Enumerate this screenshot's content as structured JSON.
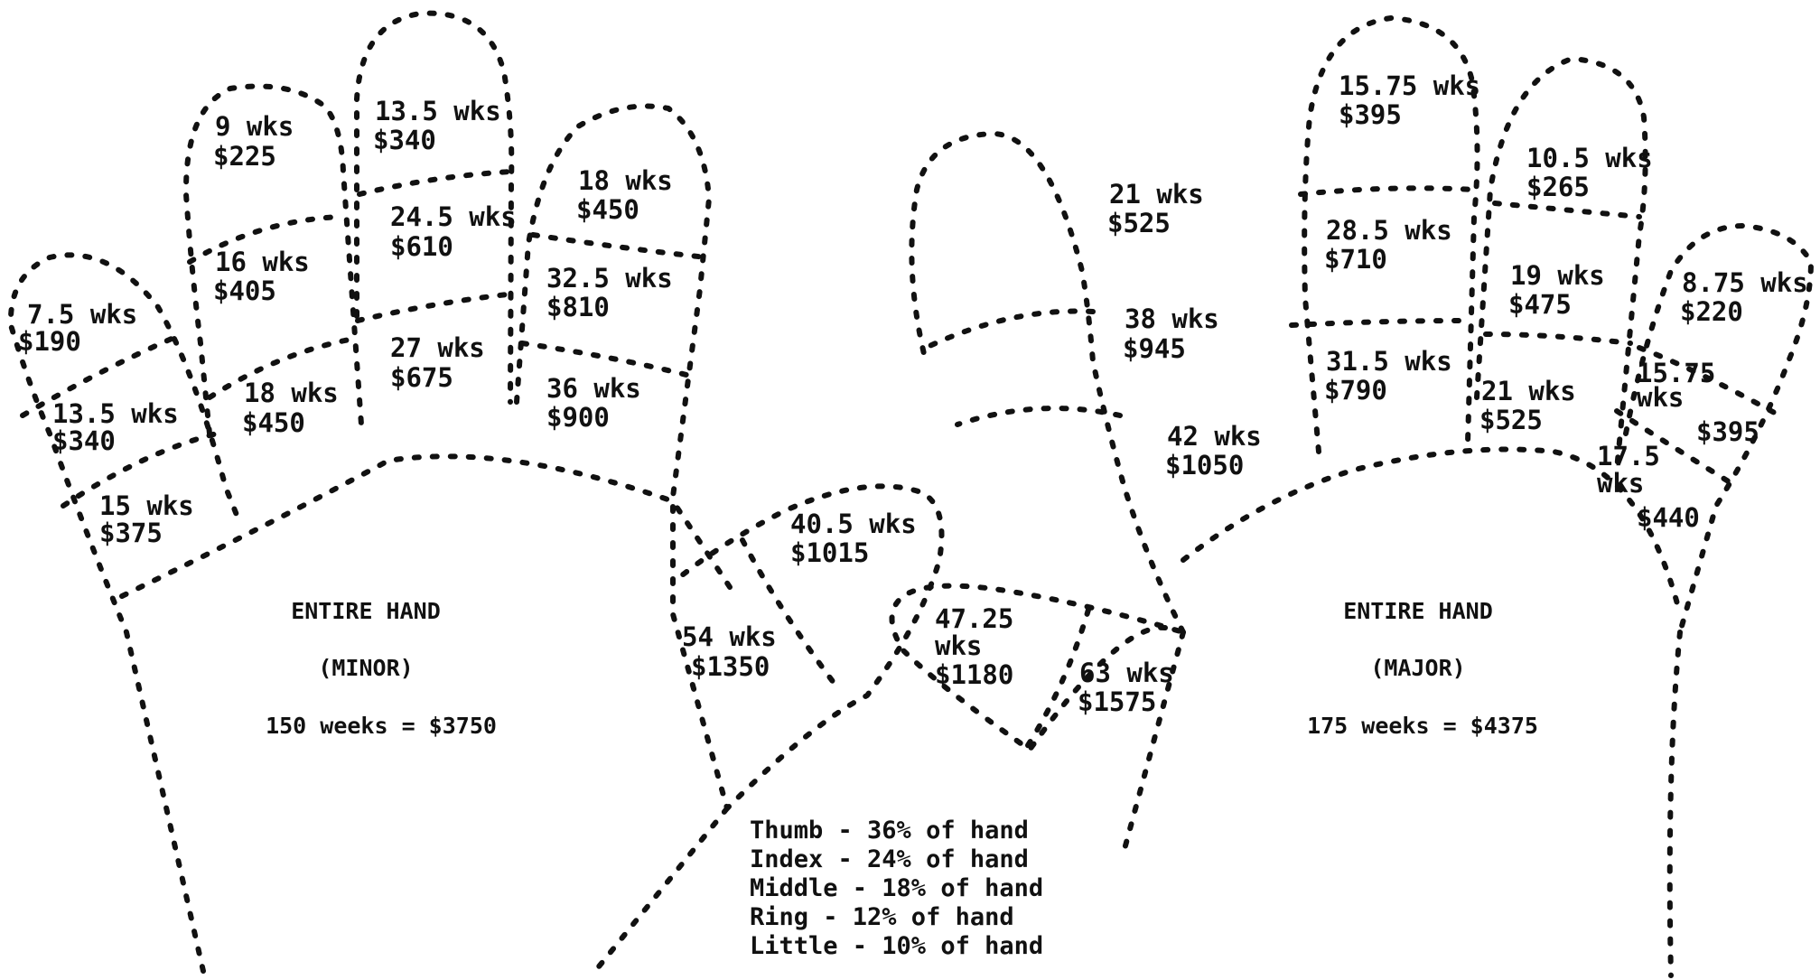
{
  "minor_hand": {
    "title": "ENTIRE HAND",
    "subtitle": "(MINOR)",
    "total": "150 weeks = $3750",
    "little": {
      "tip": [
        "7.5 wks",
        "$190"
      ],
      "middle": [
        "13.5 wks",
        "$340"
      ],
      "base": [
        "15 wks",
        "$375"
      ]
    },
    "ring": {
      "tip": [
        "9 wks",
        "$225"
      ],
      "middle": [
        "16 wks",
        "$405"
      ],
      "base": [
        "18 wks",
        "$450"
      ]
    },
    "middle": {
      "tip": [
        "13.5 wks",
        "$340"
      ],
      "middle": [
        "24.5 wks",
        "$610"
      ],
      "base": [
        "27 wks",
        "$675"
      ]
    },
    "index": {
      "tip": [
        "18 wks",
        "$450"
      ],
      "middle": [
        "32.5 wks",
        "$810"
      ],
      "base": [
        "36 wks",
        "$900"
      ]
    },
    "thumb": {
      "tip": [
        "40.5 wks",
        "$1015"
      ],
      "base": [
        "54 wks",
        "$1350"
      ]
    }
  },
  "major_hand": {
    "title": "ENTIRE HAND",
    "subtitle": "(MAJOR)",
    "total": "175 weeks = $4375",
    "thumb": {
      "tip": [
        "47.25",
        "wks",
        "$1180"
      ],
      "base": [
        "63 wks",
        "$1575"
      ]
    },
    "index": {
      "tip": [
        "21 wks",
        "$525"
      ],
      "middle": [
        "38 wks",
        "$945"
      ],
      "base": [
        "42 wks",
        "$1050"
      ]
    },
    "middle": {
      "tip": [
        "15.75 wks",
        "$395"
      ],
      "middle": [
        "28.5 wks",
        "$710"
      ],
      "base": [
        "31.5 wks",
        "$790"
      ]
    },
    "ring": {
      "tip": [
        "10.5 wks",
        "$265"
      ],
      "middle": [
        "19 wks",
        "$475"
      ],
      "base": [
        "21 wks",
        "$525"
      ]
    },
    "little": {
      "tip": [
        "8.75 wks",
        "$220"
      ],
      "middle": [
        "15.75",
        "wks",
        "$395"
      ],
      "base": [
        "17.5",
        "wks",
        "$440"
      ]
    }
  },
  "legend": [
    "Thumb - 36% of hand",
    "Index - 24% of hand",
    "Middle - 18% of hand",
    "Ring - 12% of hand",
    "Little - 10% of hand"
  ]
}
